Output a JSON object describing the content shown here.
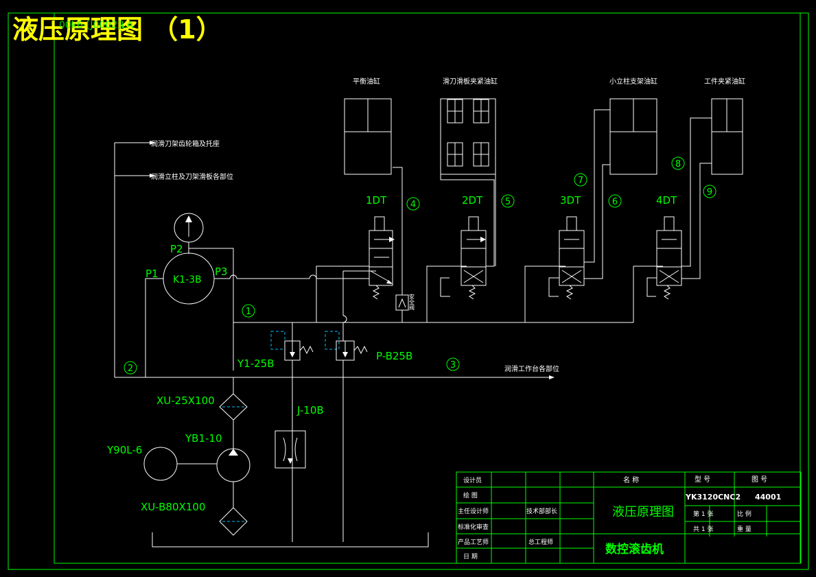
{
  "title": "液压原理图 （1）",
  "title_overlay": "00k6-[J0002]LA",
  "colors": {
    "accent": "#00ff00",
    "line": "#ffffff",
    "title": "#ffff00",
    "pilot": "#00bfff"
  },
  "cylinders": {
    "balance": "平衡油缸",
    "slide_clamp": "滑刀滑板夹紧油缸",
    "column_clamp": "小立柱支架油缸",
    "work_clamp": "工件夹紧油缸"
  },
  "lube": {
    "gearbox": "润滑刀架齿轮箱及托座",
    "column": "润滑立柱及刀架滑板各部位",
    "table": "润滑工作台各部位"
  },
  "valves": {
    "v1": "1DT",
    "v2": "2DT",
    "v3": "3DT",
    "v4": "4DT"
  },
  "safety_valve": "安全阀",
  "circles": {
    "c1": "1",
    "c2": "2",
    "c3": "3",
    "c4": "4",
    "c5": "5",
    "c6": "6",
    "c7": "7",
    "c8": "8",
    "c9": "9"
  },
  "components": {
    "distributor": "K1-3B",
    "p1": "P1",
    "p2": "P2",
    "p3": "P3",
    "relief": "Y1-25B",
    "reducing": "P-B25B",
    "throttle": "J-10B",
    "filter_line": "XU-25X100",
    "filter_suction": "XU-B80X100",
    "pump": "YB1-10",
    "motor": "Y90L-6"
  },
  "title_block": {
    "designer": "设计员",
    "drafter": "绘  图",
    "chief_designer": "主任设计师",
    "standard": "标准化审查",
    "process": "产品工艺师",
    "date": "日  期",
    "tech_head": "技术部部长",
    "chief_engineer": "总工程师",
    "name_header": "名    称",
    "drawing_name": "液压原理图",
    "machine": "数控滚齿机",
    "model_header": "型    号",
    "drawing_no_header": "图    号",
    "model": "YK3120CNC2",
    "drawing_no": "44001",
    "sheet": "第 1 张",
    "total": "共 1 张",
    "scale": "比  例",
    "weight": "重  量"
  }
}
